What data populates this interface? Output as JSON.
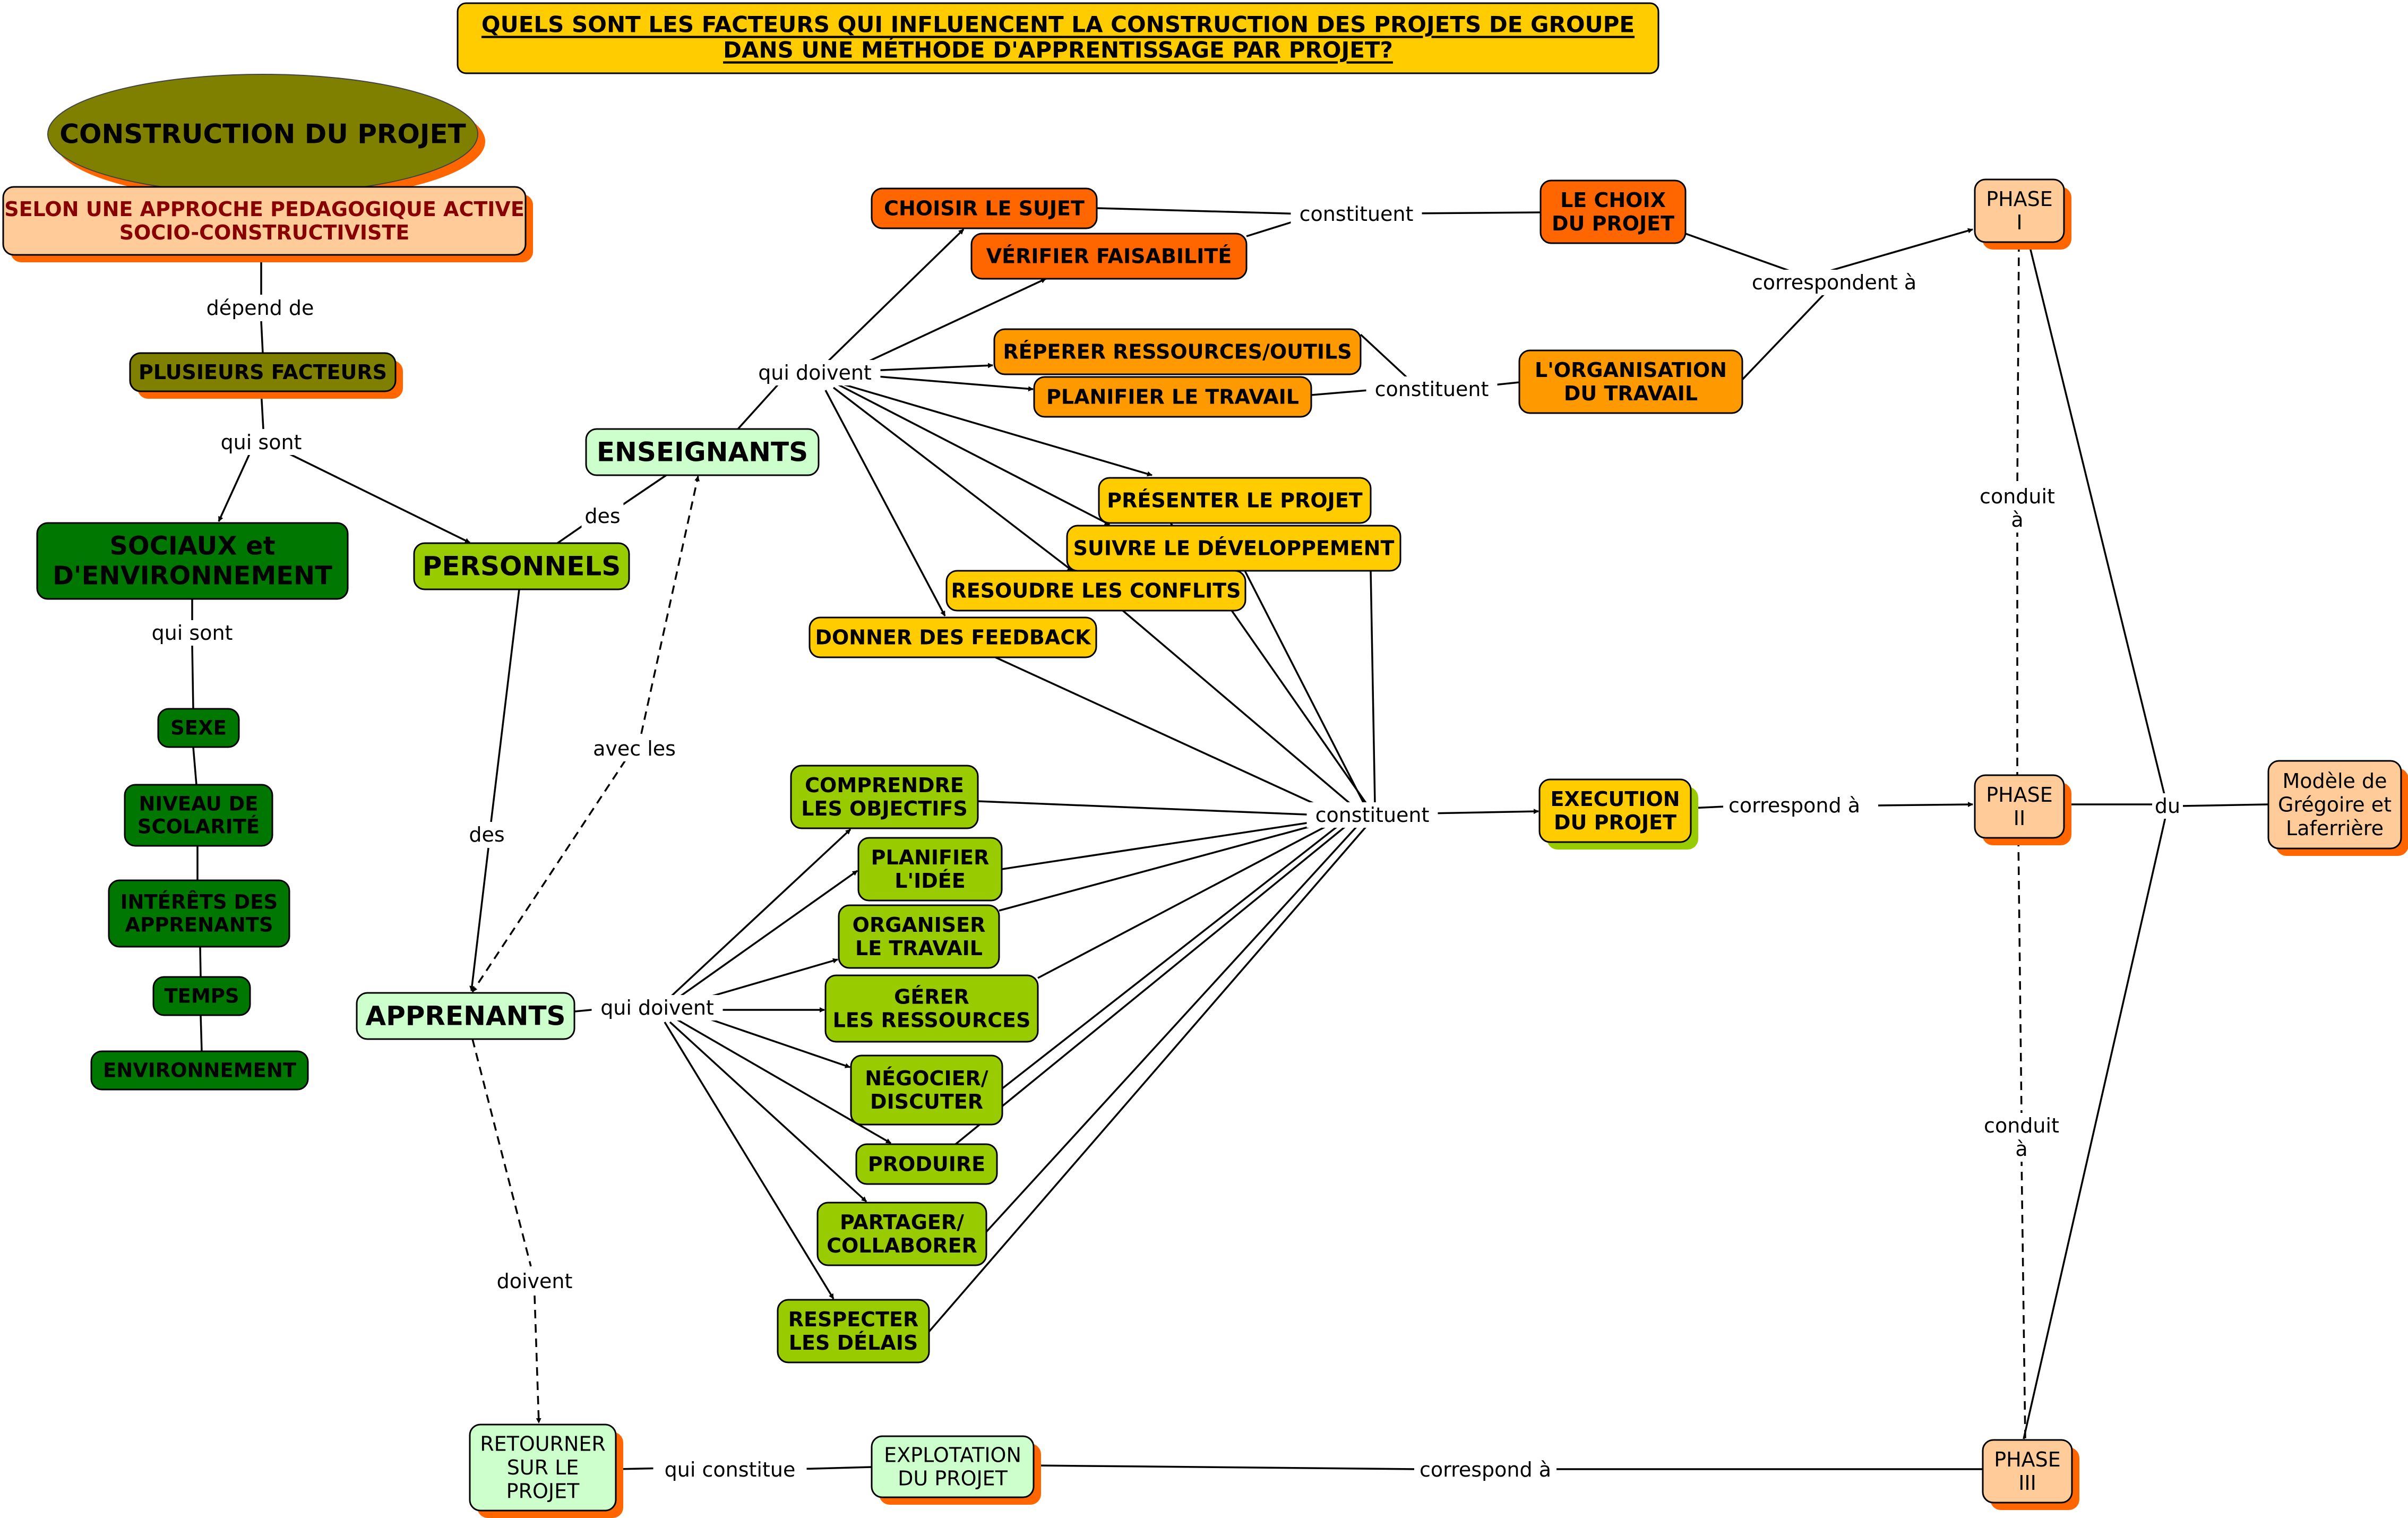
{
  "title": {
    "lines": [
      "QUELS SONT LES FACTEURS QUI INFLUENCENT LA CONSTRUCTION DES PROJETS DE GROUPE",
      "DANS UNE MÉTHODE D'APPRENTISSAGE PAR PROJET?"
    ]
  },
  "colors": {
    "title_bg": "#ffcc00",
    "olive": "#7f7f00",
    "orange_shadow": "#ff6600",
    "peach": "#ffcc99",
    "peach_text": "#880000",
    "dark_green": "#007700",
    "light_green": "#99cc00",
    "pale_green": "#ccffcc",
    "orange_dark": "#ff6600",
    "orange_mid": "#ff9900",
    "yellow": "#ffcc00"
  },
  "nodes": {
    "construction": {
      "lines": [
        "CONSTRUCTION DU PROJET"
      ]
    },
    "approche": {
      "lines": [
        "SELON UNE APPROCHE PEDAGOGIQUE ACTIVE",
        "SOCIO-CONSTRUCTIVISTE"
      ]
    },
    "plusieurs": {
      "lines": [
        "PLUSIEURS FACTEURS"
      ]
    },
    "sociaux": {
      "lines": [
        "SOCIAUX et",
        "D'ENVIRONNEMENT"
      ]
    },
    "personnels": {
      "lines": [
        "PERSONNELS"
      ]
    },
    "sexe": {
      "lines": [
        "SEXE"
      ]
    },
    "niveau": {
      "lines": [
        "NIVEAU DE",
        "SCOLARITÉ"
      ]
    },
    "interets": {
      "lines": [
        "INTÉRÊTS DES",
        "APPRENANTS"
      ]
    },
    "temps": {
      "lines": [
        "TEMPS"
      ]
    },
    "environnement": {
      "lines": [
        "ENVIRONNEMENT"
      ]
    },
    "enseignants": {
      "lines": [
        "ENSEIGNANTS"
      ]
    },
    "apprenants": {
      "lines": [
        "APPRENANTS"
      ]
    },
    "choisir": {
      "lines": [
        "CHOISIR LE SUJET"
      ]
    },
    "verifier": {
      "lines": [
        "VÉRIFIER FAISABILITÉ"
      ]
    },
    "reperer": {
      "lines": [
        "RÉPERER RESSOURCES/OUTILS"
      ]
    },
    "planifier_travail": {
      "lines": [
        "PLANIFIER LE TRAVAIL"
      ]
    },
    "presenter": {
      "lines": [
        "PRÉSENTER LE PROJET"
      ]
    },
    "suivre": {
      "lines": [
        "SUIVRE LE DÉVELOPPEMENT"
      ]
    },
    "resoudre": {
      "lines": [
        "RESOUDRE LES CONFLITS"
      ]
    },
    "donner": {
      "lines": [
        "DONNER DES FEEDBACK"
      ]
    },
    "choix": {
      "lines": [
        "LE CHOIX",
        "DU PROJET"
      ]
    },
    "organisation": {
      "lines": [
        "L'ORGANISATION",
        "DU TRAVAIL"
      ]
    },
    "comprendre": {
      "lines": [
        "COMPRENDRE",
        "LES OBJECTIFS"
      ]
    },
    "planifier_idee": {
      "lines": [
        "PLANIFIER",
        "L'IDÉE"
      ]
    },
    "organiser": {
      "lines": [
        "ORGANISER",
        "LE TRAVAIL"
      ]
    },
    "gerer": {
      "lines": [
        "GÉRER",
        "LES RESSOURCES"
      ]
    },
    "negocier": {
      "lines": [
        "NÉGOCIER/",
        "DISCUTER"
      ]
    },
    "produire": {
      "lines": [
        "PRODUIRE"
      ]
    },
    "partager": {
      "lines": [
        "PARTAGER/",
        "COLLABORER"
      ]
    },
    "respecter": {
      "lines": [
        "RESPECTER",
        "LES DÉLAIS"
      ]
    },
    "execution": {
      "lines": [
        "EXECUTION",
        "DU PROJET"
      ]
    },
    "phase1": {
      "lines": [
        "PHASE",
        "I"
      ]
    },
    "phase2": {
      "lines": [
        "PHASE",
        "II"
      ]
    },
    "phase3": {
      "lines": [
        "PHASE",
        "III"
      ]
    },
    "modele": {
      "lines": [
        "Modèle de",
        "Grégoire et",
        "Laferrière"
      ]
    },
    "retourner": {
      "lines": [
        "RETOURNER",
        "SUR LE",
        "PROJET"
      ]
    },
    "exploitation": {
      "lines": [
        "EXPLOTATION",
        "DU PROJET"
      ]
    }
  },
  "labels": {
    "depend_de": "dépend de",
    "qui_sont_1": "qui sont",
    "qui_sont_2": "qui sont",
    "des_1": "des",
    "des_2": "des",
    "avec_les": "avec les",
    "qui_doivent_ens": "qui doivent",
    "qui_doivent_app": "qui doivent",
    "constituent_1": "constituent",
    "constituent_2": "constituent",
    "constituent_3": "constituent",
    "correspondent_a": "correspondent à",
    "correspond_a_1": "correspond à",
    "correspond_a_2": "correspond à",
    "conduit_a_1": [
      "conduit",
      "à"
    ],
    "conduit_a_2": [
      "conduit",
      "à"
    ],
    "du": "du",
    "doivent": "doivent",
    "qui_constitue": "qui constitue"
  }
}
